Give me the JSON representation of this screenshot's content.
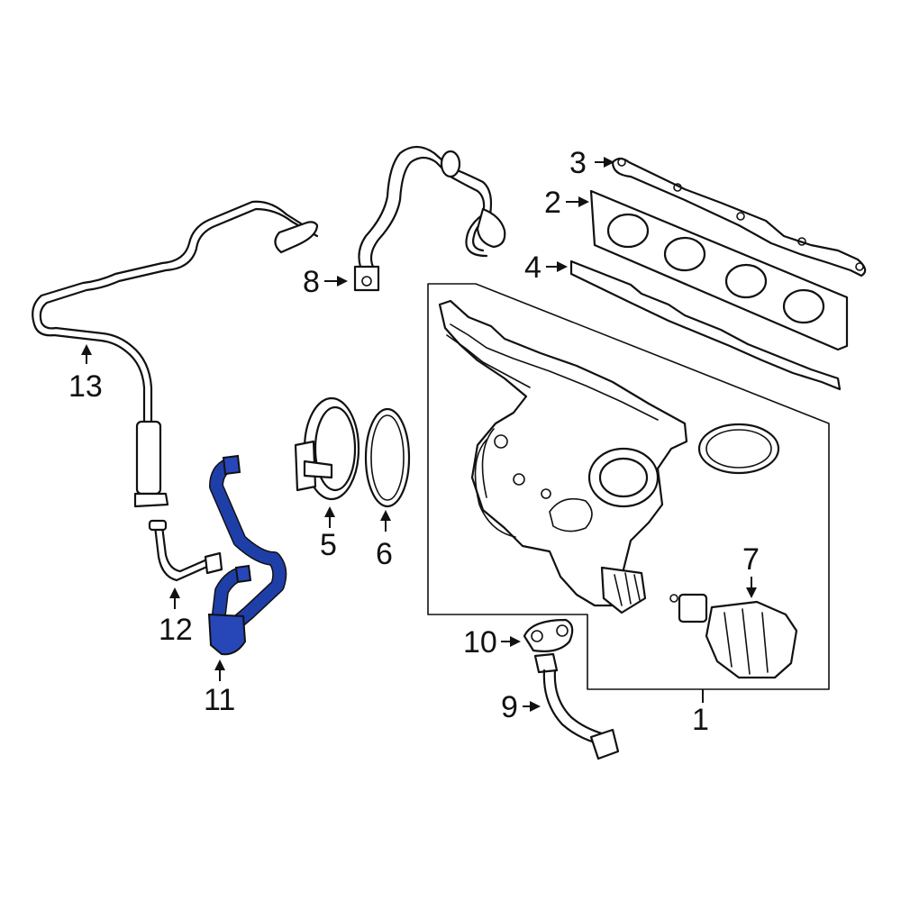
{
  "diagram": {
    "highlight_color": "#2747b8",
    "callouts": [
      {
        "id": "1",
        "label": "1"
      },
      {
        "id": "2",
        "label": "2"
      },
      {
        "id": "3",
        "label": "3"
      },
      {
        "id": "4",
        "label": "4"
      },
      {
        "id": "5",
        "label": "5"
      },
      {
        "id": "6",
        "label": "6"
      },
      {
        "id": "7",
        "label": "7"
      },
      {
        "id": "8",
        "label": "8"
      },
      {
        "id": "9",
        "label": "9"
      },
      {
        "id": "10",
        "label": "10"
      },
      {
        "id": "11",
        "label": "11"
      },
      {
        "id": "12",
        "label": "12"
      },
      {
        "id": "13",
        "label": "13"
      }
    ]
  }
}
